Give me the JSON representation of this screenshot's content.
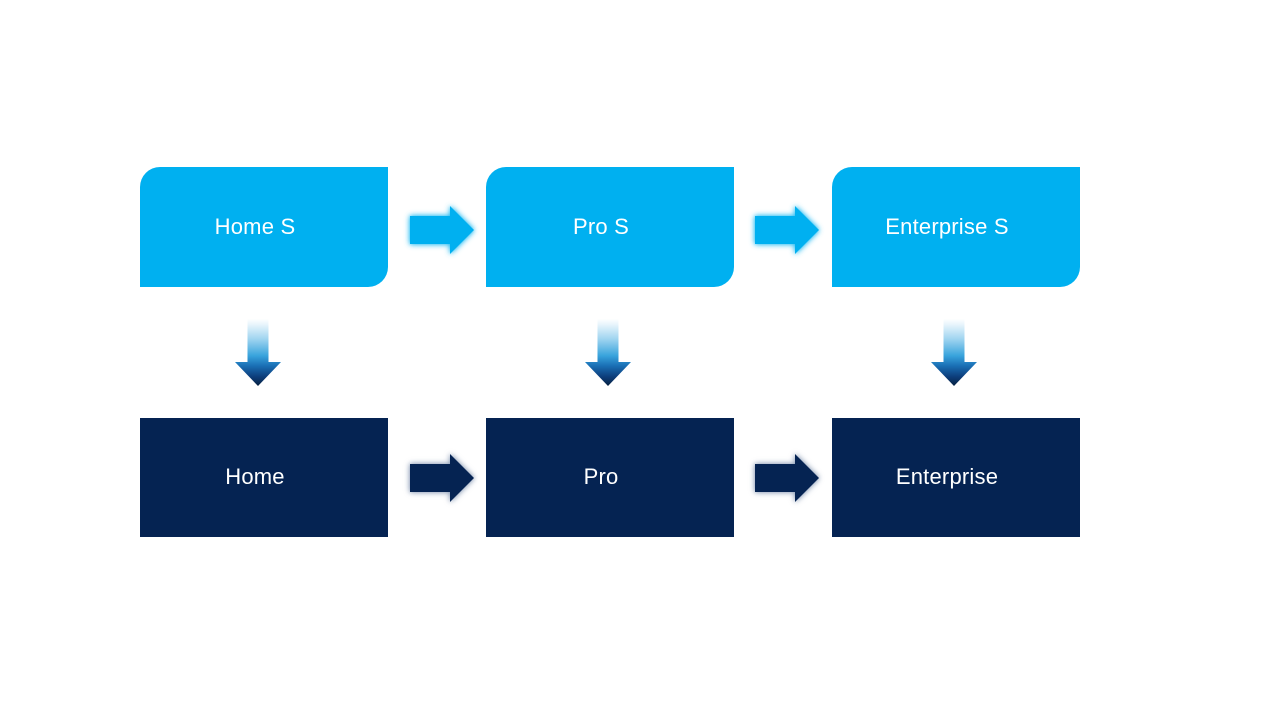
{
  "diagram": {
    "type": "process-flow",
    "columns": [
      {
        "top_label": "Home S",
        "bottom_label": "Home"
      },
      {
        "top_label": "Pro S",
        "bottom_label": "Pro"
      },
      {
        "top_label": "Enterprise S",
        "bottom_label": "Enterprise"
      }
    ],
    "icons": {
      "right_arrow": "right-arrow-icon",
      "down_arrow": "down-arrow-icon"
    },
    "colors": {
      "canvas": "#FFFFFF",
      "top_box": "#00B0F0",
      "bottom_box": "#052352",
      "label_text": "#FFFFFF",
      "right_arrow_light": "#00B0F0",
      "right_arrow_dark": "#052352",
      "down_arrow_gradient_top": "#FEFFFF",
      "down_arrow_gradient_mid": "#38A3DC",
      "down_arrow_gradient_bottom": "#07203F"
    }
  }
}
